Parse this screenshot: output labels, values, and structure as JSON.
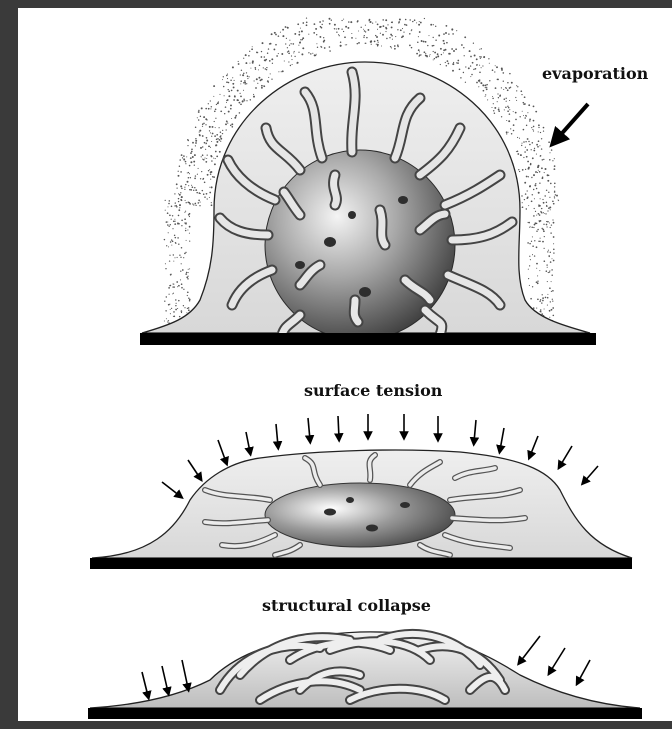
{
  "labels": {
    "evaporation": "evaporation",
    "surface_tension": "surface tension",
    "structural_collapse": "structural collapse"
  },
  "colors": {
    "frame": "#3a3a3a",
    "background": "#ffffff",
    "substrate": "#000000",
    "droplet_fill": "#e6e6e6",
    "sphere": "#8a8a8a"
  }
}
